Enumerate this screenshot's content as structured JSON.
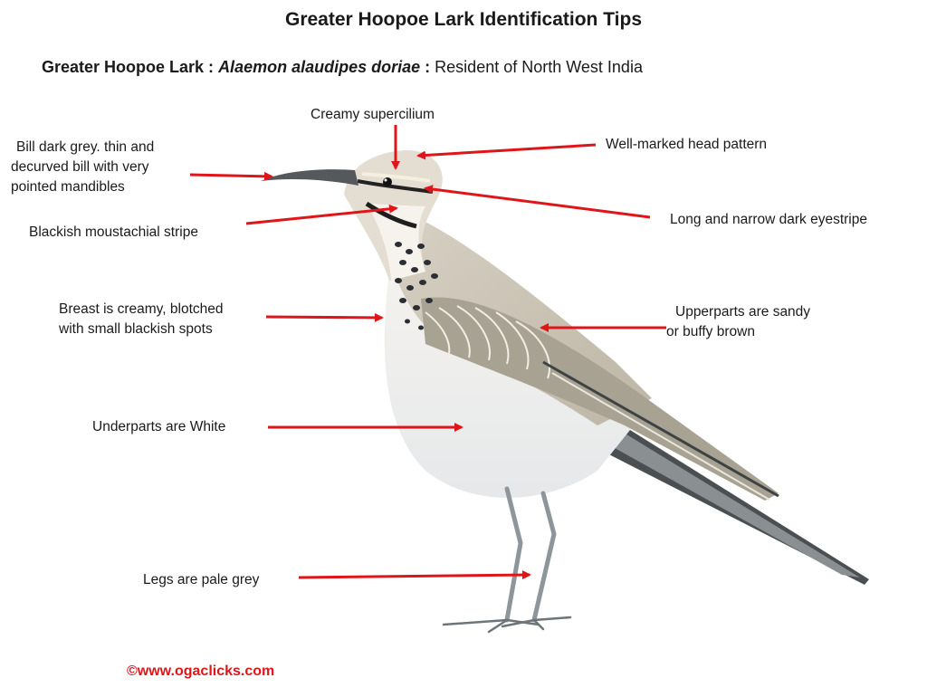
{
  "title": "Greater Hoopoe Lark Identification Tips",
  "subtitle": {
    "common_name": "Greater Hoopoe Lark :",
    "scientific_name": "Alaemon alaudipes  doriae",
    "separator": ":",
    "range": "Resident of  North West India"
  },
  "labels": {
    "creamy_supercilium": "Creamy supercilium",
    "head_pattern": "Well-marked head pattern",
    "bill": [
      "Bill dark grey. thin and",
      "decurved bill with very",
      "pointed mandibles"
    ],
    "eyestripe": "Long and narrow dark eyestripe",
    "moustachial": "Blackish moustachial stripe",
    "breast": [
      "Breast is creamy, blotched",
      "with small blackish spots"
    ],
    "upperparts": [
      "Upperparts are sandy",
      "or buffy brown"
    ],
    "underparts": "Underparts are White",
    "legs": "Legs are pale grey"
  },
  "credit": "©www.ogaclicks.com",
  "colors": {
    "arrow": "#e0151a",
    "credit": "#e0151a"
  }
}
